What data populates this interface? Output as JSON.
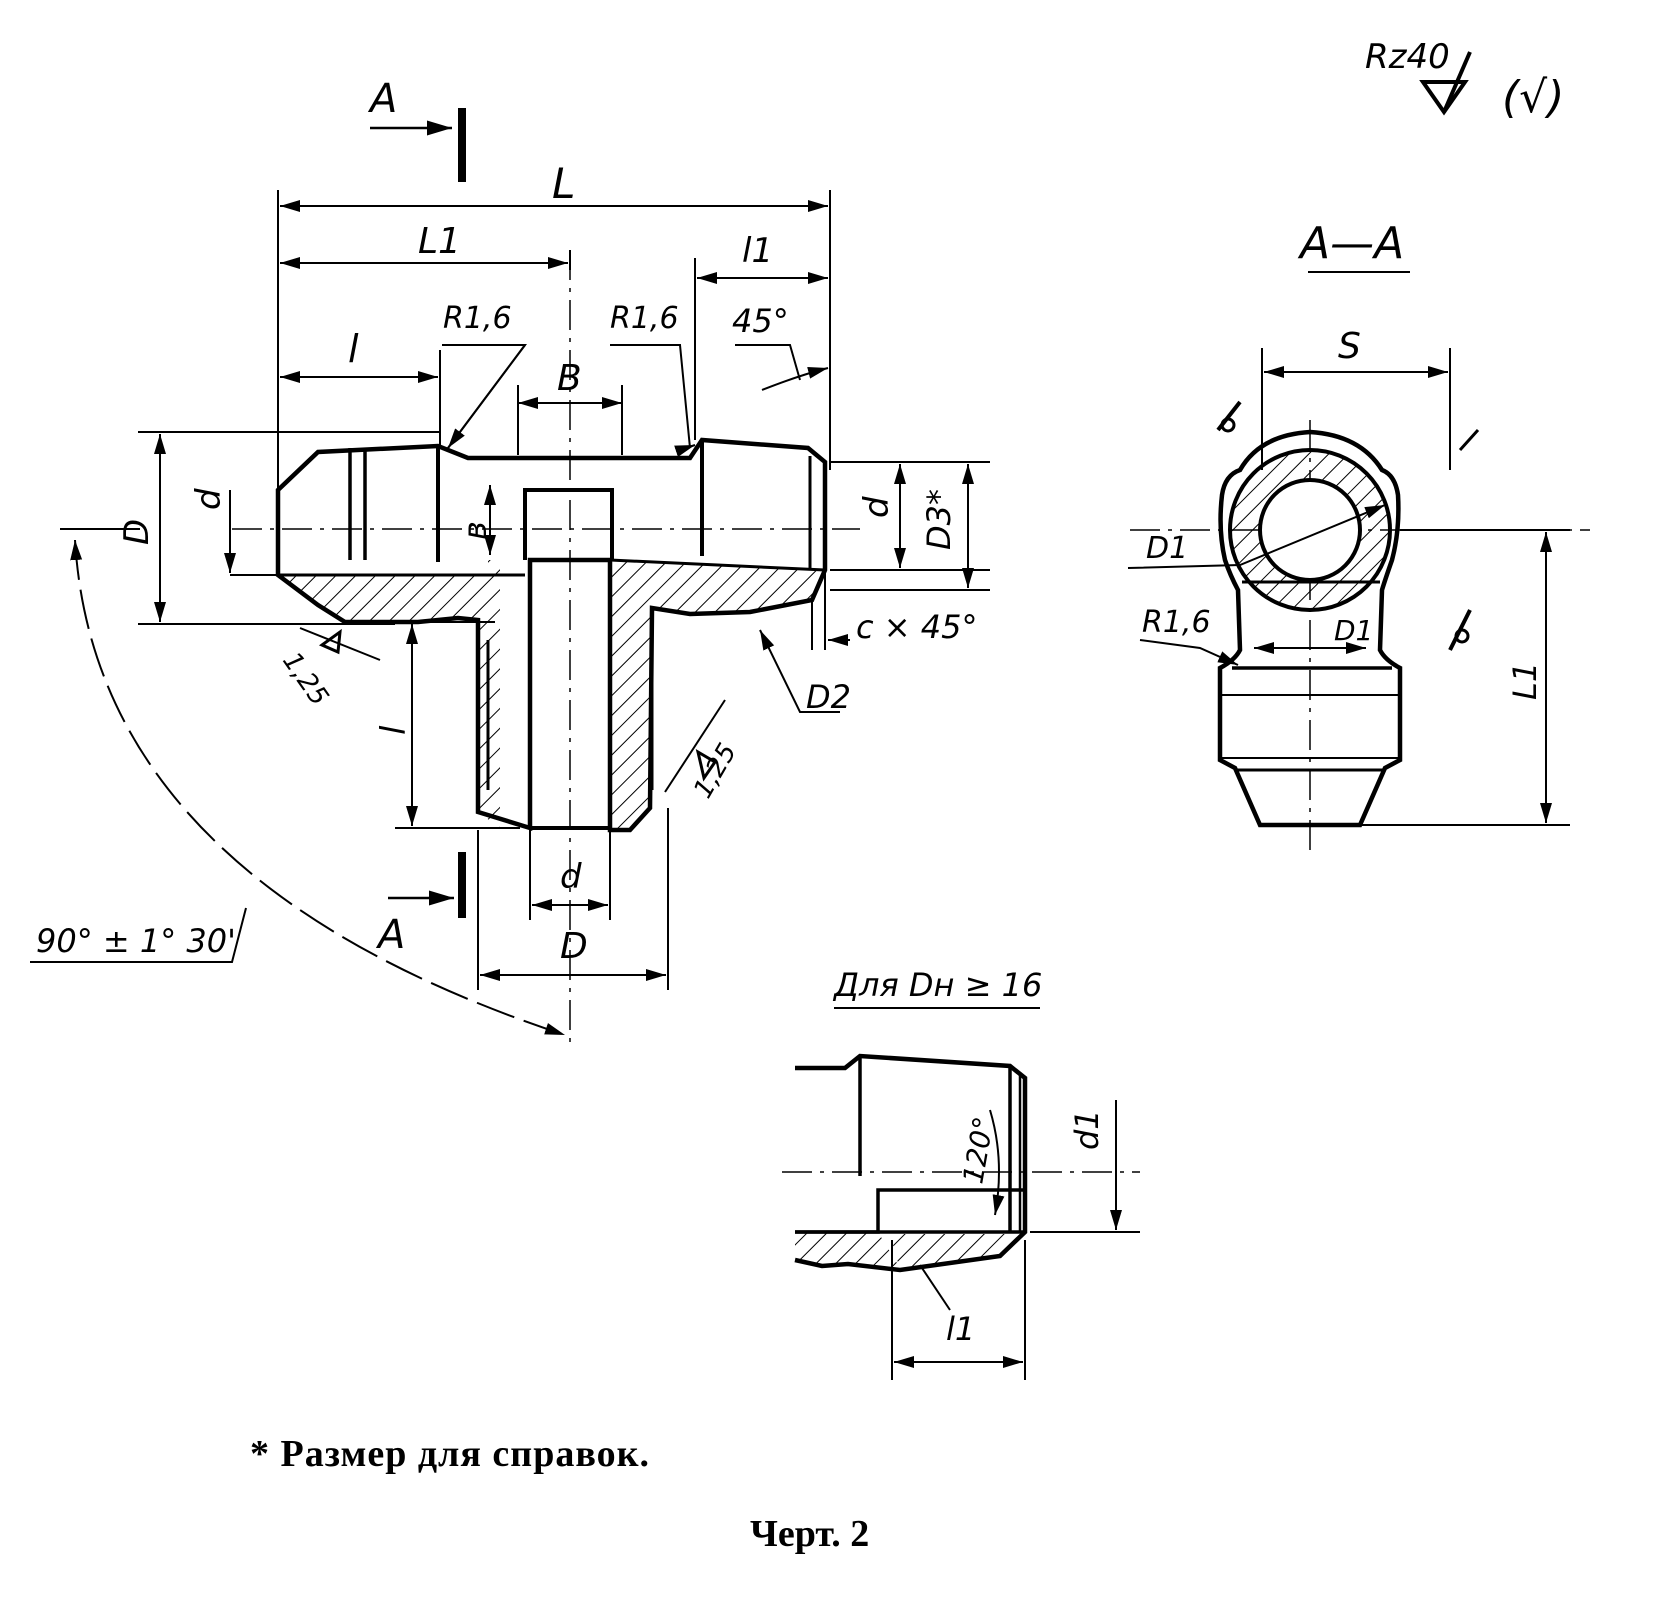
{
  "labels": {
    "roughness": "Rz40",
    "roughness_bracket": "(√)",
    "section_mark_top": "A",
    "section_mark_bottom": "A",
    "section_title": "А—А",
    "dim_L": "L",
    "dim_L1_top": "L1",
    "dim_l1_top": "l1",
    "dim_l_left": "l",
    "dim_B": "B",
    "radius_left": "R1,6",
    "radius_right": "R1,6",
    "angle_45": "45°",
    "dim_D_left": "D",
    "dim_d_left": "d",
    "dim_d_right": "d",
    "dim_D3": "D3*",
    "dim_b": "в",
    "chamfer": "c × 45°",
    "dim_D2": "D2",
    "roughness_left": "1,25",
    "roughness_right": "1,25",
    "dim_l_vert": "l",
    "dim_d_bottom": "d",
    "dim_D_bottom": "D",
    "angle_90": "90° ± 1° 30'",
    "dim_S": "S",
    "dim_D1_left": "D1",
    "dim_D1_inner": "D1",
    "radius_section": "R1,6",
    "dim_L1_right": "L1",
    "detail_title": "Для  Dн ≥ 16",
    "dim_d1": "d1",
    "angle_120": "120°",
    "dim_l1_detail": "l1"
  },
  "footnote": "* Размер для справок.",
  "figure_caption": "Черт. 2"
}
